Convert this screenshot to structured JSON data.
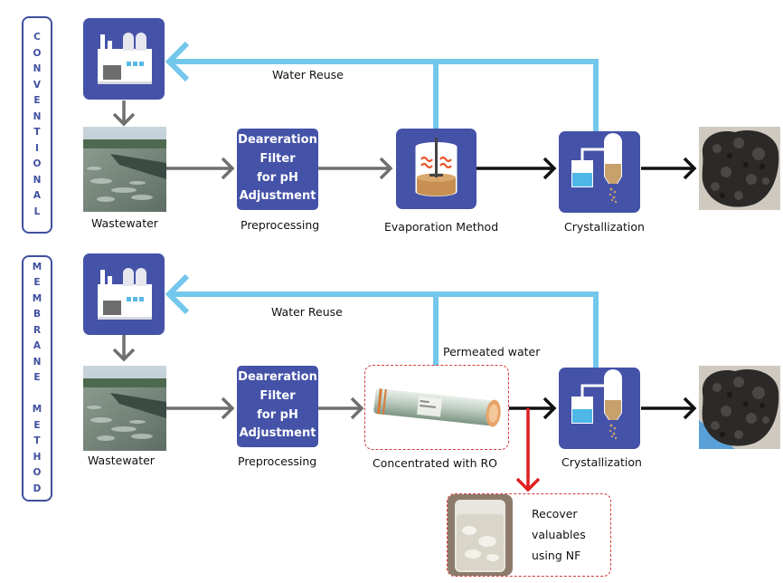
{
  "sections": {
    "conventional": {
      "side_label": [
        "C",
        "O",
        "N",
        "V",
        "E",
        "N",
        "T",
        "I",
        "O",
        "N",
        "A",
        "L"
      ],
      "water_reuse": "Water Reuse",
      "wastewater": "Wastewater",
      "preprocessing_box": [
        "Deareration",
        "Filter",
        "for pH",
        "Adjustment"
      ],
      "preprocessing": "Preprocessing",
      "evaporation": "Evaporation Method",
      "crystallization": "Crystallization"
    },
    "membrane": {
      "side_label": [
        "M",
        "E",
        "M",
        "B",
        "R",
        "A",
        "N",
        "E",
        "",
        "M",
        "E",
        "T",
        "H",
        "O",
        "D"
      ],
      "water_reuse": "Water Reuse",
      "permeated_water": "Permeated water",
      "wastewater": "Wastewater",
      "preprocessing_box": [
        "Deareration",
        "Filter",
        "for pH",
        "Adjustment"
      ],
      "preprocessing": "Preprocessing",
      "concentrated": "Concentrated with RO",
      "crystallization": "Crystallization",
      "recover": [
        "Recover",
        "valuables",
        "using NF"
      ]
    }
  },
  "colors": {
    "accent_blue": "#4452a8",
    "reuse_line": "#73c7ec",
    "gray_arrow": "#6f6f6f",
    "red_dash": "#d43a3a",
    "red_arrow": "#e02020"
  },
  "icons": [
    "factory-icon",
    "evaporator-icon",
    "crystallizer-icon"
  ]
}
